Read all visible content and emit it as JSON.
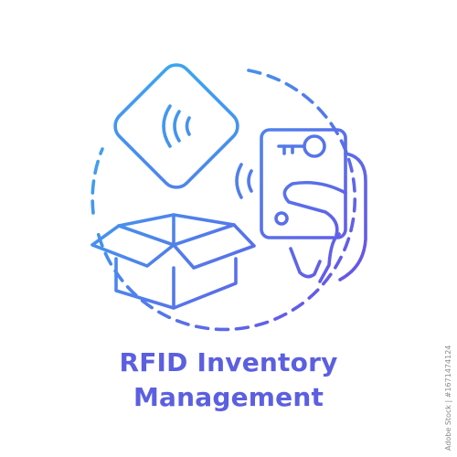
{
  "title": {
    "line1": "RFID Inventory",
    "line2": "Management"
  },
  "stock_id": "Adobe Stock | #1671474124",
  "colors": {
    "gradient_start": "#35b2f0",
    "gradient_end": "#6a4fe6",
    "title_text": "#5b5fe0",
    "background": "#ffffff"
  },
  "icons": [
    "rfid-tag-icon",
    "signal-waves-icon",
    "open-box-icon",
    "rfid-card-icon",
    "key-icon",
    "hand-icon"
  ]
}
